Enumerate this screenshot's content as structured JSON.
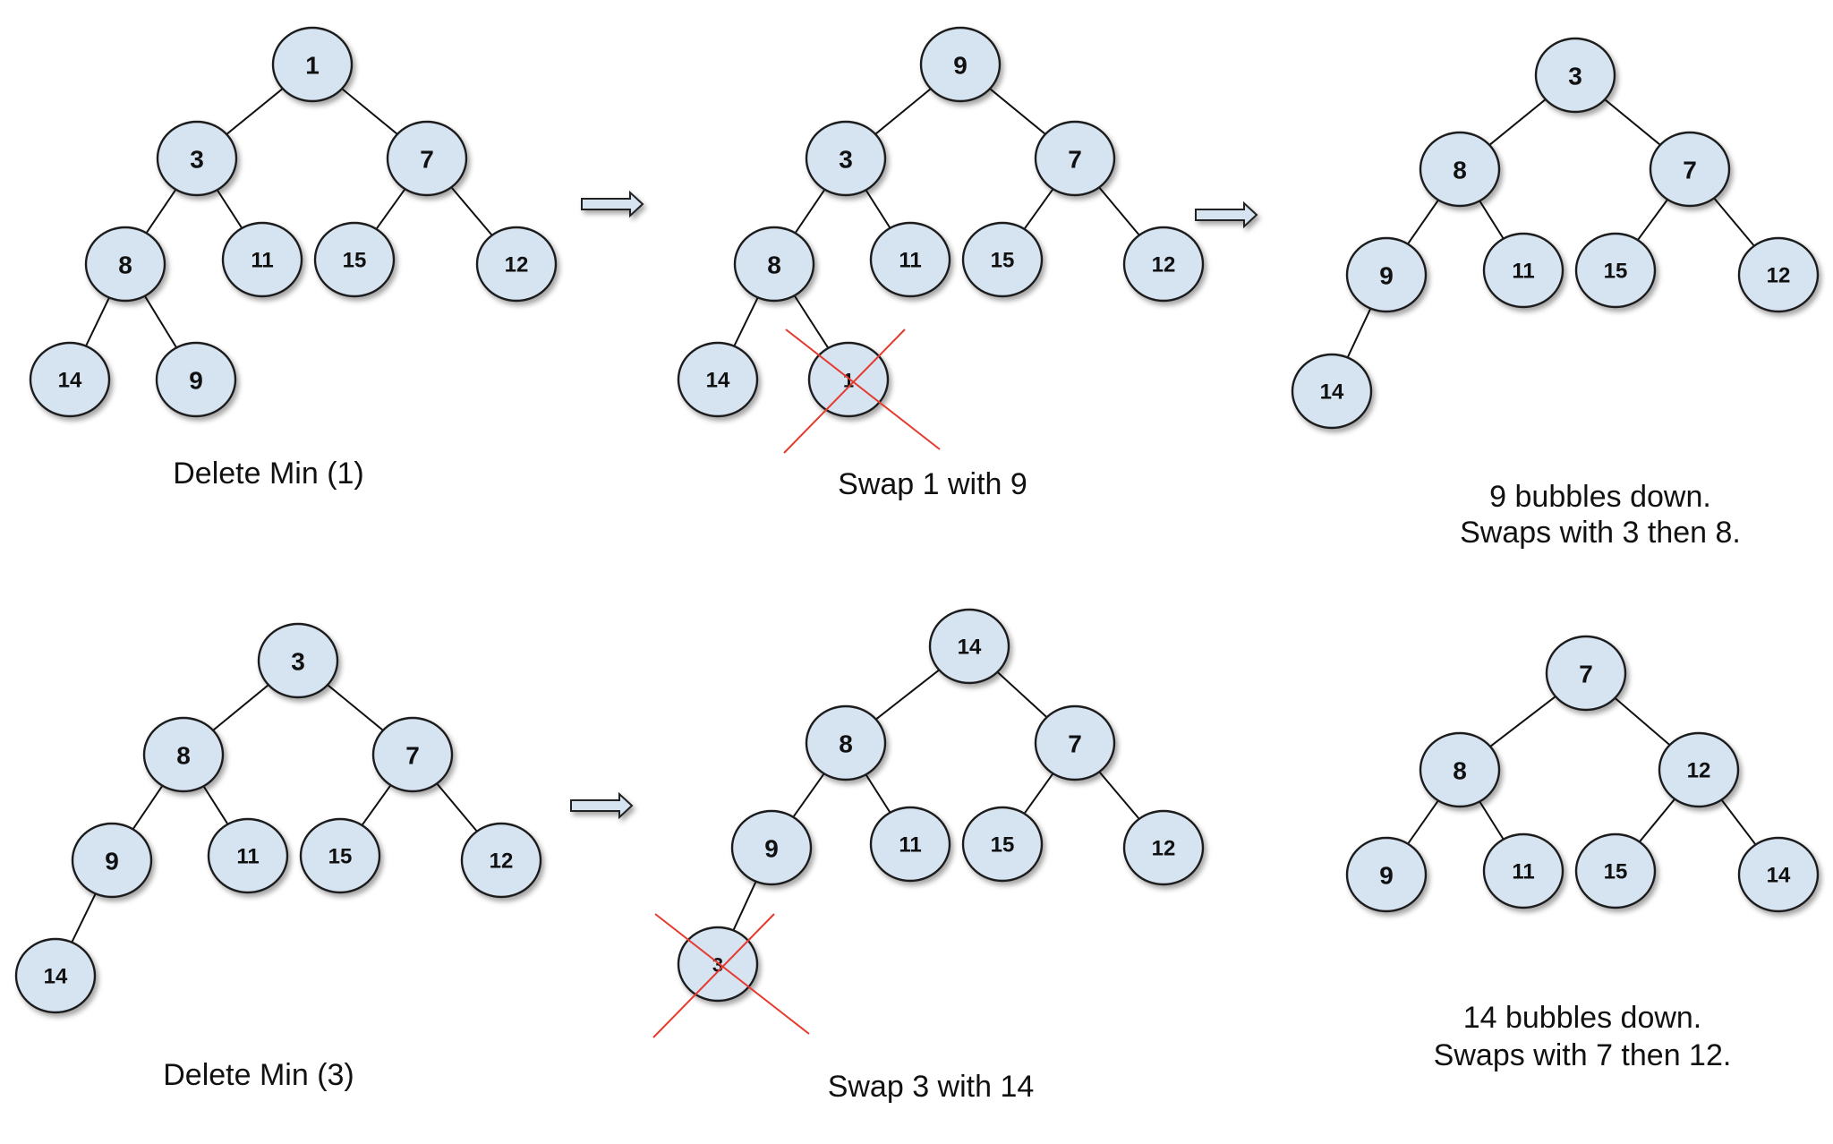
{
  "panels": [
    {
      "id": "p1",
      "caption_lines": [
        "Delete Min (1)"
      ],
      "nodes": [
        {
          "label": "1"
        },
        {
          "label": "3"
        },
        {
          "label": "7"
        },
        {
          "label": "8"
        },
        {
          "label": "11"
        },
        {
          "label": "15"
        },
        {
          "label": "12"
        },
        {
          "label": "14"
        },
        {
          "label": "9"
        }
      ],
      "edges": [
        [
          0,
          1
        ],
        [
          0,
          2
        ],
        [
          1,
          3
        ],
        [
          1,
          4
        ],
        [
          2,
          5
        ],
        [
          2,
          6
        ],
        [
          3,
          7
        ],
        [
          3,
          8
        ]
      ],
      "crossed": []
    },
    {
      "id": "p2",
      "caption_lines": [
        "Swap 1 with 9"
      ],
      "nodes": [
        {
          "label": "9"
        },
        {
          "label": "3"
        },
        {
          "label": "7"
        },
        {
          "label": "8"
        },
        {
          "label": "11"
        },
        {
          "label": "15"
        },
        {
          "label": "12"
        },
        {
          "label": "14"
        },
        {
          "label": "1"
        }
      ],
      "edges": [
        [
          0,
          1
        ],
        [
          0,
          2
        ],
        [
          1,
          3
        ],
        [
          1,
          4
        ],
        [
          2,
          5
        ],
        [
          2,
          6
        ],
        [
          3,
          7
        ],
        [
          3,
          8
        ]
      ],
      "crossed": [
        8
      ]
    },
    {
      "id": "p3",
      "caption_lines": [
        "9 bubbles down.",
        "Swaps with 3 then 8."
      ],
      "nodes": [
        {
          "label": "3"
        },
        {
          "label": "8"
        },
        {
          "label": "7"
        },
        {
          "label": "9"
        },
        {
          "label": "11"
        },
        {
          "label": "15"
        },
        {
          "label": "12"
        },
        {
          "label": "14"
        }
      ],
      "edges": [
        [
          0,
          1
        ],
        [
          0,
          2
        ],
        [
          1,
          3
        ],
        [
          1,
          4
        ],
        [
          2,
          5
        ],
        [
          2,
          6
        ],
        [
          3,
          7
        ]
      ],
      "crossed": []
    },
    {
      "id": "p4",
      "caption_lines": [
        "Delete Min (3)"
      ],
      "nodes": [
        {
          "label": "3"
        },
        {
          "label": "8"
        },
        {
          "label": "7"
        },
        {
          "label": "9"
        },
        {
          "label": "11"
        },
        {
          "label": "15"
        },
        {
          "label": "12"
        },
        {
          "label": "14"
        }
      ],
      "edges": [
        [
          0,
          1
        ],
        [
          0,
          2
        ],
        [
          1,
          3
        ],
        [
          1,
          4
        ],
        [
          2,
          5
        ],
        [
          2,
          6
        ],
        [
          3,
          7
        ]
      ],
      "crossed": []
    },
    {
      "id": "p5",
      "caption_lines": [
        "Swap 3 with 14"
      ],
      "nodes": [
        {
          "label": "14"
        },
        {
          "label": "8"
        },
        {
          "label": "7"
        },
        {
          "label": "9"
        },
        {
          "label": "11"
        },
        {
          "label": "15"
        },
        {
          "label": "12"
        },
        {
          "label": "3"
        }
      ],
      "edges": [
        [
          0,
          1
        ],
        [
          0,
          2
        ],
        [
          1,
          3
        ],
        [
          1,
          4
        ],
        [
          2,
          5
        ],
        [
          2,
          6
        ],
        [
          3,
          7
        ]
      ],
      "crossed": [
        7
      ]
    },
    {
      "id": "p6",
      "caption_lines": [
        "14 bubbles down.",
        "Swaps with 7 then 12."
      ],
      "nodes": [
        {
          "label": "7"
        },
        {
          "label": "8"
        },
        {
          "label": "12"
        },
        {
          "label": "9"
        },
        {
          "label": "11"
        },
        {
          "label": "15"
        },
        {
          "label": "14"
        }
      ],
      "edges": [
        [
          0,
          1
        ],
        [
          0,
          2
        ],
        [
          1,
          3
        ],
        [
          1,
          4
        ],
        [
          2,
          5
        ],
        [
          2,
          6
        ]
      ],
      "crossed": []
    }
  ],
  "arrows": [
    {
      "from": "p1",
      "to": "p2"
    },
    {
      "from": "p2",
      "to": "p3"
    },
    {
      "from": "p4",
      "to": "p5"
    }
  ],
  "colors": {
    "node_fill": "#d6e3f1",
    "node_stroke": "#1f1f1f",
    "edge": "#111111",
    "cross": "#e53a2e"
  }
}
